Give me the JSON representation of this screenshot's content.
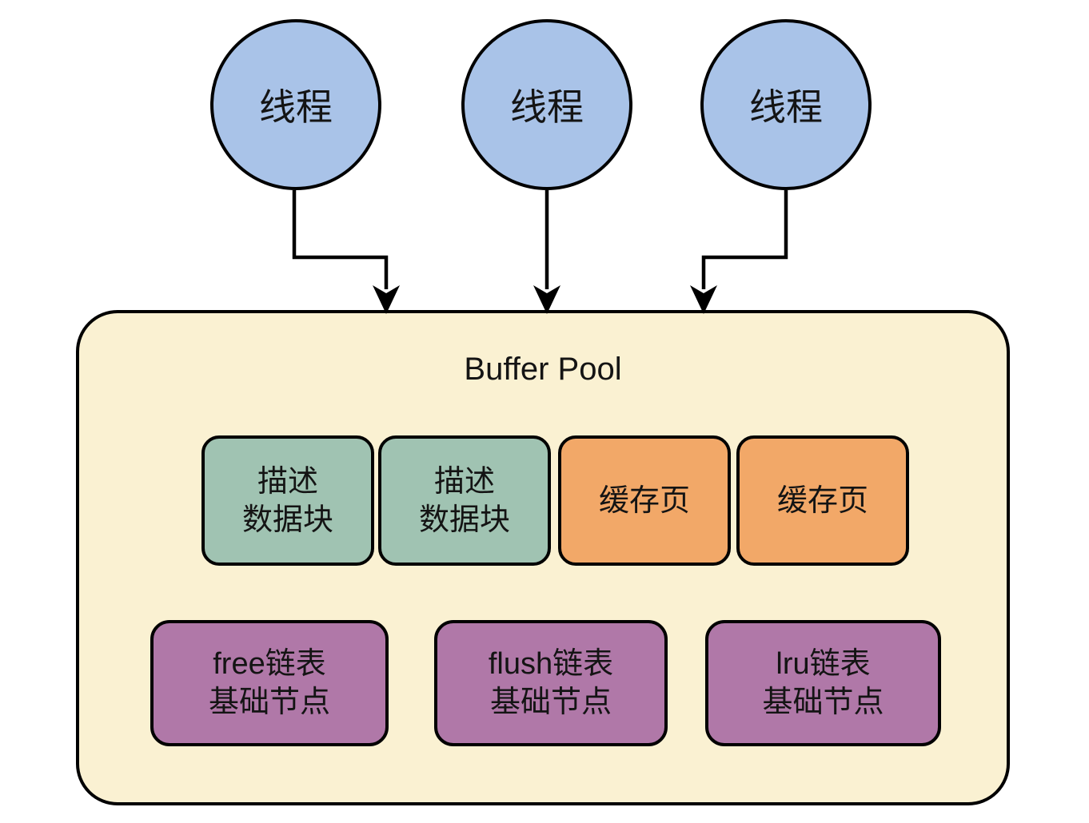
{
  "threads": [
    {
      "label": "线程"
    },
    {
      "label": "线程"
    },
    {
      "label": "线程"
    }
  ],
  "buffer_pool": {
    "title": "Buffer Pool",
    "blocks_row1": [
      {
        "label": "描述\n数据块"
      },
      {
        "label": "描述\n数据块"
      },
      {
        "label": "缓存页"
      },
      {
        "label": "缓存页"
      }
    ],
    "blocks_row2": [
      {
        "label": "free链表\n基础节点"
      },
      {
        "label": "flush链表\n基础节点"
      },
      {
        "label": "lru链表\n基础节点"
      }
    ]
  },
  "colors": {
    "thread_fill": "#A9C3E8",
    "pool_fill": "#FAF1D2",
    "descriptor_fill": "#A0C3B2",
    "cache_page_fill": "#F2A868",
    "list_node_fill": "#B078A8",
    "stroke": "#000000"
  }
}
